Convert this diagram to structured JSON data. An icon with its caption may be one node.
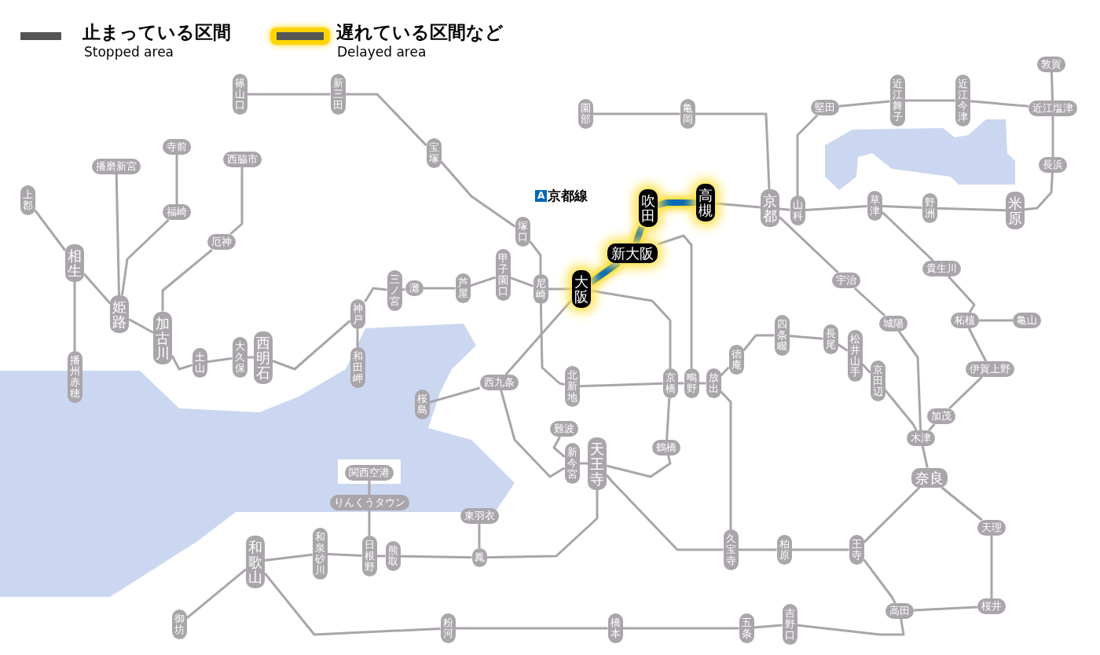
{
  "diagram": {
    "nodes": [
      {
        "text": [
          "敦賀"
        ]
      },
      {
        "text": [
          "篠山口"
        ]
      },
      {
        "text": [
          "新三田"
        ]
      },
      {
        "text": [
          "堅田"
        ]
      },
      {
        "text": [
          "近江舞子"
        ]
      },
      {
        "text": [
          "近江今津"
        ]
      },
      {
        "text": [
          "近江塩津"
        ]
      },
      {
        "text": [
          "園部"
        ]
      },
      {
        "text": [
          "亀岡"
        ]
      },
      {
        "text": [
          "寺前"
        ]
      },
      {
        "text": [
          "宝塚"
        ]
      },
      {
        "text": [
          "西脇市"
        ]
      },
      {
        "text": [
          "播磨新宮"
        ]
      },
      {
        "text": [
          "長浜"
        ]
      },
      {
        "text": [
          "上郡"
        ]
      },
      {
        "text": [
          "高槻"
        ]
      },
      {
        "text": [
          "吹田"
        ]
      },
      {
        "text": [
          "京都"
        ]
      },
      {
        "text": [
          "山科"
        ]
      },
      {
        "text": [
          "草津"
        ]
      },
      {
        "text": [
          "野洲"
        ]
      },
      {
        "text": [
          "米原"
        ]
      },
      {
        "text": [
          "福崎"
        ]
      },
      {
        "text": [
          "塚口"
        ]
      },
      {
        "text": [
          "厄神"
        ]
      },
      {
        "text": [
          "新大阪"
        ]
      },
      {
        "text": [
          "相生"
        ]
      },
      {
        "text": [
          "貴生川"
        ]
      },
      {
        "text": [
          "甲子園口"
        ]
      },
      {
        "text": [
          "宇治"
        ]
      },
      {
        "text": [
          "三ノ宮"
        ]
      },
      {
        "text": [
          "灘"
        ]
      },
      {
        "text": [
          "芦屋"
        ]
      },
      {
        "text": [
          "尼崎"
        ]
      },
      {
        "text": [
          "大阪"
        ]
      },
      {
        "text": [
          "神戸"
        ]
      },
      {
        "text": [
          "姫路"
        ]
      },
      {
        "text": [
          "柘植"
        ]
      },
      {
        "text": [
          "亀山"
        ]
      },
      {
        "text": [
          "城陽"
        ]
      },
      {
        "text": [
          "四条畷"
        ]
      },
      {
        "text": [
          "加古川"
        ]
      },
      {
        "text": [
          "長尾"
        ]
      },
      {
        "text": [
          "松井山手"
        ]
      },
      {
        "text": [
          "大久保"
        ]
      },
      {
        "text": [
          "西明石"
        ]
      },
      {
        "text": [
          "徳庵"
        ]
      },
      {
        "text": [
          "土山"
        ]
      },
      {
        "text": [
          "和田岬"
        ]
      },
      {
        "text": [
          "伊賀上野"
        ]
      },
      {
        "text": [
          "播州赤穂"
        ]
      },
      {
        "text": [
          "京田辺"
        ]
      },
      {
        "text": [
          "西九条"
        ]
      },
      {
        "text": [
          "北新地"
        ]
      },
      {
        "text": [
          "京橋"
        ]
      },
      {
        "text": [
          "鴫野"
        ]
      },
      {
        "text": [
          "放出"
        ]
      },
      {
        "text": [
          "桜島"
        ]
      },
      {
        "text": [
          "加茂"
        ]
      },
      {
        "text": [
          "難波"
        ]
      },
      {
        "text": [
          "木津"
        ]
      },
      {
        "text": [
          "鶴橋"
        ]
      },
      {
        "text": [
          "新今宮"
        ]
      },
      {
        "text": [
          "天王寺"
        ]
      },
      {
        "text": [
          "関西空港"
        ]
      },
      {
        "text": [
          "奈良"
        ]
      },
      {
        "text": [
          "りんくうタウン"
        ]
      },
      {
        "text": [
          "東羽衣"
        ]
      },
      {
        "text": [
          "天理"
        ]
      },
      {
        "text": [
          "久宝寺"
        ]
      },
      {
        "text": [
          "柏原"
        ]
      },
      {
        "text": [
          "王寺"
        ]
      },
      {
        "text": [
          "和泉砂川"
        ]
      },
      {
        "text": [
          "日根野"
        ]
      },
      {
        "text": [
          "熊取"
        ]
      },
      {
        "text": [
          "鳳"
        ]
      },
      {
        "text": [
          "和歌山"
        ]
      },
      {
        "text": [
          "桜井"
        ]
      },
      {
        "text": [
          "高田"
        ]
      },
      {
        "text": [
          "吉野口"
        ]
      },
      {
        "text": [
          "御坊"
        ]
      },
      {
        "text": [
          "粉河"
        ]
      },
      {
        "text": [
          "橋本"
        ]
      },
      {
        "text": [
          "五条"
        ]
      }
    ],
    "edges": [
      {
        "from": 1,
        "to": 2,
        "arrow": "none"
      },
      {
        "from": 2,
        "to": 10,
        "arrow": "none"
      },
      {
        "from": 10,
        "to": 23,
        "arrow": "none"
      },
      {
        "from": 23,
        "to": 33,
        "arrow": "none"
      },
      {
        "from": 33,
        "to": 34,
        "arrow": "none"
      },
      {
        "from": 28,
        "to": 33,
        "arrow": "none"
      },
      {
        "from": 32,
        "to": 28,
        "arrow": "none"
      },
      {
        "from": 31,
        "to": 32,
        "arrow": "none"
      },
      {
        "from": 30,
        "to": 31,
        "arrow": "none"
      },
      {
        "from": 35,
        "to": 30,
        "arrow": "none"
      },
      {
        "from": 35,
        "to": 45,
        "arrow": "none"
      },
      {
        "from": 45,
        "to": 44,
        "arrow": "none"
      },
      {
        "from": 44,
        "to": 47,
        "arrow": "none"
      },
      {
        "from": 47,
        "to": 41,
        "arrow": "none"
      },
      {
        "from": 41,
        "to": 36,
        "arrow": "none"
      },
      {
        "from": 36,
        "to": 26,
        "arrow": "none"
      },
      {
        "from": 26,
        "to": 14,
        "arrow": "none"
      },
      {
        "from": 26,
        "to": 50,
        "arrow": "none"
      },
      {
        "from": 35,
        "to": 48,
        "arrow": "none"
      },
      {
        "from": 41,
        "to": 24,
        "arrow": "none"
      },
      {
        "from": 24,
        "to": 11,
        "arrow": "none"
      },
      {
        "from": 36,
        "to": 22,
        "arrow": "none"
      },
      {
        "from": 22,
        "to": 9,
        "arrow": "none"
      },
      {
        "from": 36,
        "to": 12,
        "arrow": "none"
      },
      {
        "from": 34,
        "to": 25,
        "arrow": "none",
        "style": "thick",
        "color": "#0068b7"
      },
      {
        "from": 25,
        "to": 16,
        "arrow": "none",
        "style": "thick",
        "color": "#0068b7"
      },
      {
        "from": 16,
        "to": 15,
        "arrow": "none",
        "style": "thick",
        "color": "#0068b7"
      },
      {
        "from": 15,
        "to": 17,
        "arrow": "none"
      },
      {
        "from": 17,
        "to": 18,
        "arrow": "none"
      },
      {
        "from": 18,
        "to": 19,
        "arrow": "none"
      },
      {
        "from": 19,
        "to": 20,
        "arrow": "none"
      },
      {
        "from": 20,
        "to": 21,
        "arrow": "none"
      },
      {
        "from": 21,
        "to": 13,
        "arrow": "none"
      },
      {
        "from": 13,
        "to": 6,
        "arrow": "none"
      },
      {
        "from": 6,
        "to": 0,
        "arrow": "none"
      },
      {
        "from": 18,
        "to": 3,
        "arrow": "none"
      },
      {
        "from": 3,
        "to": 4,
        "arrow": "none"
      },
      {
        "from": 4,
        "to": 5,
        "arrow": "none"
      },
      {
        "from": 5,
        "to": 6,
        "arrow": "none"
      },
      {
        "from": 7,
        "to": 8,
        "arrow": "none"
      },
      {
        "from": 8,
        "to": 17,
        "arrow": "none"
      },
      {
        "from": 17,
        "to": 29,
        "arrow": "none"
      },
      {
        "from": 29,
        "to": 39,
        "arrow": "none"
      },
      {
        "from": 39,
        "to": 60,
        "arrow": "none"
      },
      {
        "from": 19,
        "to": 27,
        "arrow": "none"
      },
      {
        "from": 27,
        "to": 37,
        "arrow": "none"
      },
      {
        "from": 37,
        "to": 38,
        "arrow": "none"
      },
      {
        "from": 37,
        "to": 49,
        "arrow": "none"
      },
      {
        "from": 49,
        "to": 58,
        "arrow": "none"
      },
      {
        "from": 58,
        "to": 60,
        "arrow": "none"
      },
      {
        "from": 60,
        "to": 65,
        "arrow": "none"
      },
      {
        "from": 65,
        "to": 71,
        "arrow": "none"
      },
      {
        "from": 71,
        "to": 70,
        "arrow": "none"
      },
      {
        "from": 70,
        "to": 69,
        "arrow": "none"
      },
      {
        "from": 69,
        "to": 63,
        "arrow": "none"
      },
      {
        "from": 65,
        "to": 68,
        "arrow": "none"
      },
      {
        "from": 68,
        "to": 77,
        "arrow": "none"
      },
      {
        "from": 77,
        "to": 78,
        "arrow": "none"
      },
      {
        "from": 71,
        "to": 78,
        "arrow": "none"
      },
      {
        "from": 78,
        "to": 79,
        "arrow": "none"
      },
      {
        "from": 79,
        "to": 83,
        "arrow": "none"
      },
      {
        "from": 83,
        "to": 82,
        "arrow": "none"
      },
      {
        "from": 82,
        "to": 81,
        "arrow": "none"
      },
      {
        "from": 81,
        "to": 76,
        "arrow": "none"
      },
      {
        "from": 63,
        "to": 75,
        "arrow": "none"
      },
      {
        "from": 75,
        "to": 74,
        "arrow": "none"
      },
      {
        "from": 74,
        "to": 73,
        "arrow": "none"
      },
      {
        "from": 73,
        "to": 72,
        "arrow": "none"
      },
      {
        "from": 72,
        "to": 76,
        "arrow": "none"
      },
      {
        "from": 75,
        "to": 67,
        "arrow": "none"
      },
      {
        "from": 73,
        "to": 66,
        "arrow": "none"
      },
      {
        "from": 66,
        "to": 64,
        "arrow": "none"
      },
      {
        "from": 76,
        "to": 80,
        "arrow": "none"
      },
      {
        "from": 34,
        "to": 54,
        "arrow": "none"
      },
      {
        "from": 54,
        "to": 61,
        "arrow": "none"
      },
      {
        "from": 61,
        "to": 63,
        "arrow": "none"
      },
      {
        "from": 63,
        "to": 62,
        "arrow": "none"
      },
      {
        "from": 62,
        "to": 52,
        "arrow": "none"
      },
      {
        "from": 52,
        "to": 34,
        "arrow": "none"
      },
      {
        "from": 52,
        "to": 57,
        "arrow": "none"
      },
      {
        "from": 33,
        "to": 53,
        "arrow": "none"
      },
      {
        "from": 53,
        "to": 54,
        "arrow": "none"
      },
      {
        "from": 54,
        "to": 55,
        "arrow": "none"
      },
      {
        "from": 55,
        "to": 56,
        "arrow": "none"
      },
      {
        "from": 56,
        "to": 46,
        "arrow": "none"
      },
      {
        "from": 46,
        "to": 40,
        "arrow": "none"
      },
      {
        "from": 40,
        "to": 42,
        "arrow": "none"
      },
      {
        "from": 42,
        "to": 43,
        "arrow": "none"
      },
      {
        "from": 43,
        "to": 51,
        "arrow": "none"
      },
      {
        "from": 51,
        "to": 60,
        "arrow": "none"
      },
      {
        "from": 25,
        "to": 55,
        "arrow": "none"
      },
      {
        "from": 56,
        "to": 69,
        "arrow": "none"
      },
      {
        "from": 59,
        "to": 62,
        "arrow": "none"
      }
    ],
    "labels": [
      "Stopped area",
      "Delayed area",
      "A",
      "京都線"
    ],
    "legend": [
      {
        "text": "止まっている区間",
        "color": "#555555"
      },
      {
        "text": "遅れている区間など",
        "color": "#ffd400"
      }
    ]
  }
}
